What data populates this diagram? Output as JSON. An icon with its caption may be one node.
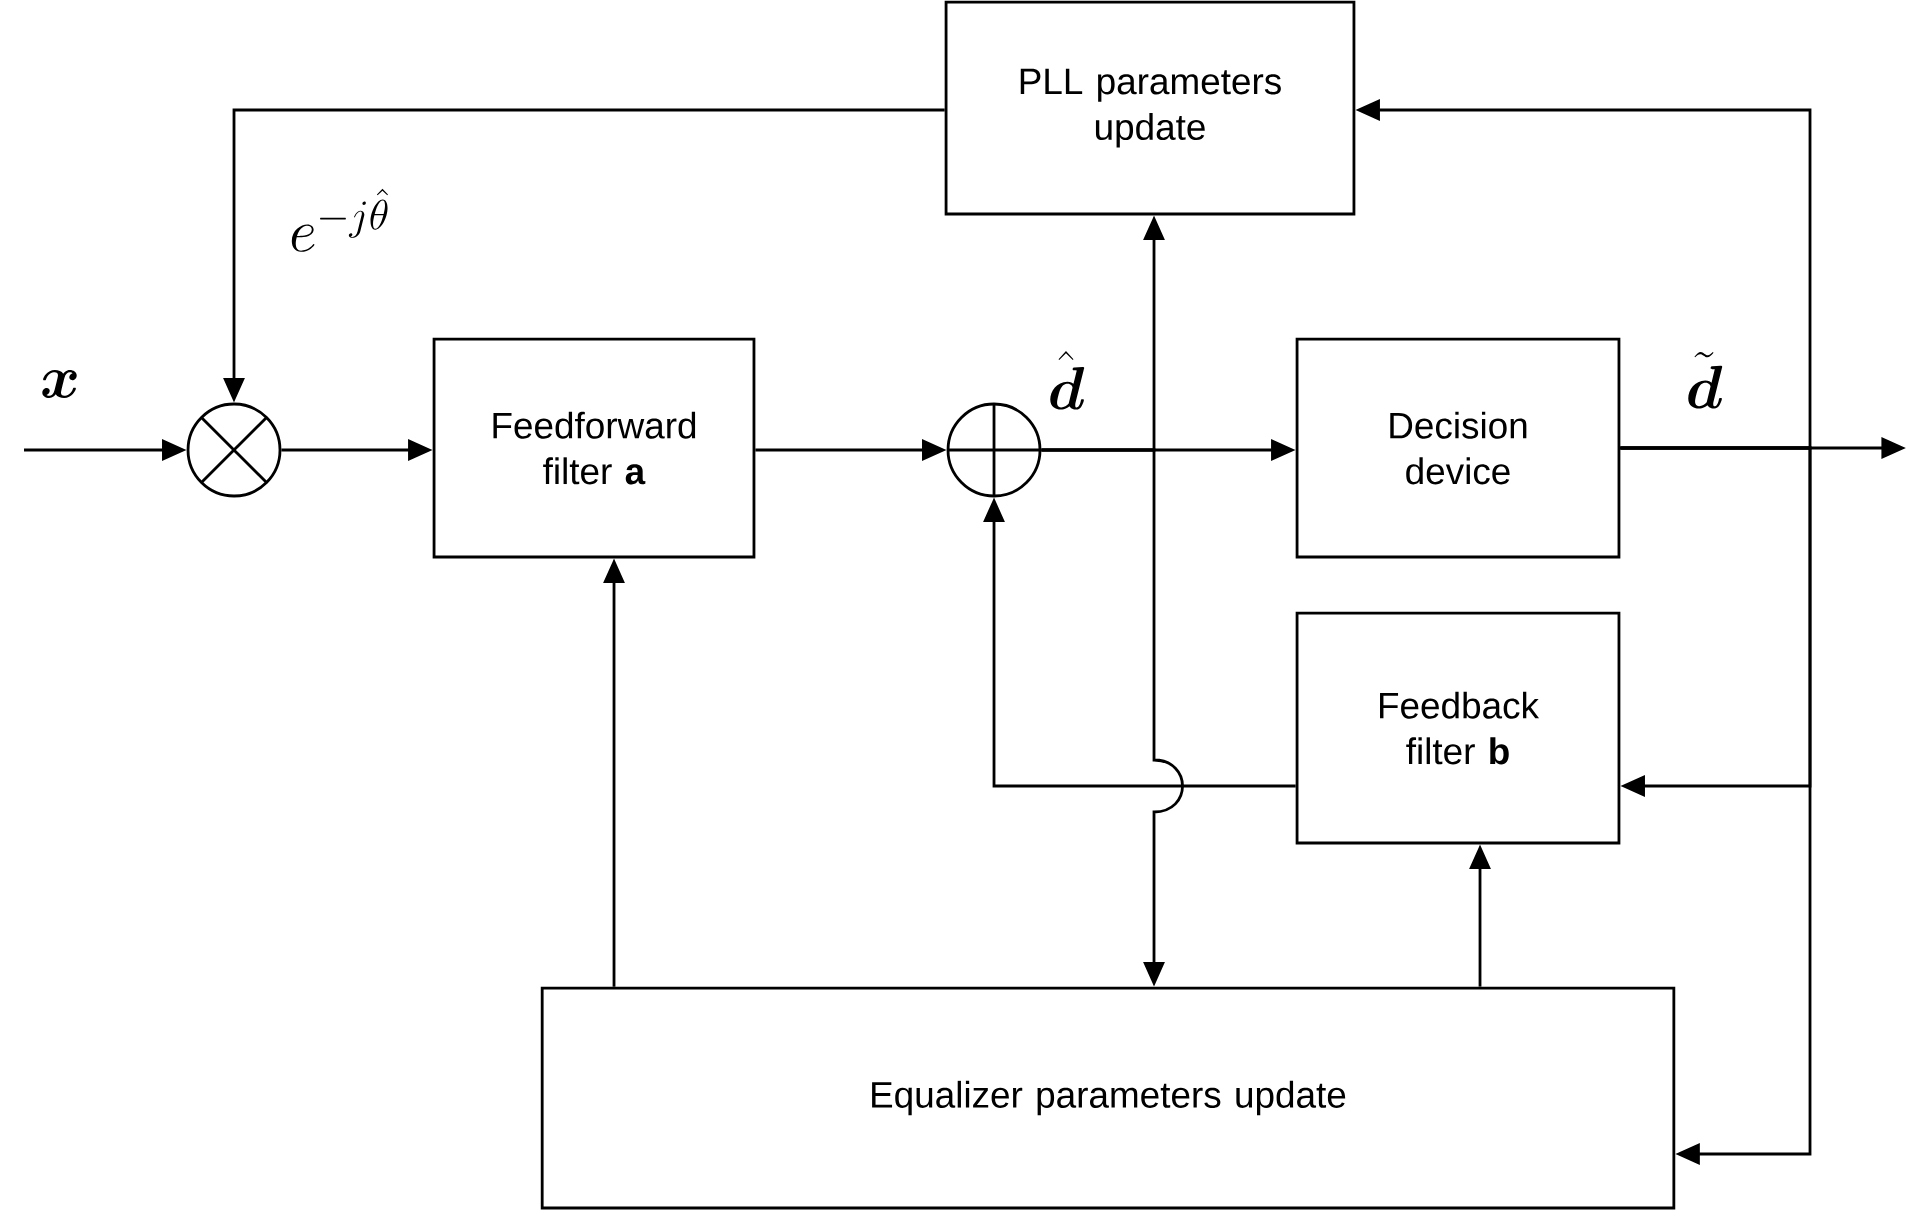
{
  "diagram": {
    "nodes": [
      {
        "text": [
          "PLL parameters update"
        ]
      },
      {
        "text": [
          "Feedforward filter **a**"
        ]
      },
      {
        "text": [
          "Decision device"
        ]
      },
      {
        "text": [
          "Feedback filter **b**"
        ]
      },
      {
        "text": [
          "Equalizer parameters update"
        ]
      },
      {
        "text": [],
        "shape": "circle"
      },
      {
        "text": [],
        "shape": "circle"
      }
    ],
    "edges": [
      {
        "from": null,
        "to": 5,
        "arrow": "to",
        "label": "\\boldsymbol{x}"
      },
      {
        "from": 0,
        "to": 5,
        "arrow": "to",
        "label": "e^{-j\\hat{\\theta}}"
      },
      {
        "from": 5,
        "to": 1,
        "arrow": "to"
      },
      {
        "from": 1,
        "to": 6,
        "arrow": "to"
      },
      {
        "from": 6,
        "to": 2,
        "arrow": "to",
        "label": "\\hat{\\boldsymbol{d}}"
      },
      {
        "from": 2,
        "to": null,
        "arrow": "to",
        "label": "\\tilde{\\boldsymbol{d}}"
      },
      {
        "from": 3,
        "to": 6,
        "arrow": "to"
      },
      {
        "from": 6,
        "to": 0,
        "arrow": "to"
      },
      {
        "from": 6,
        "to": 4,
        "arrow": "to"
      },
      {
        "from": 2,
        "to": 0,
        "arrow": "to"
      },
      {
        "from": 2,
        "to": 3,
        "arrow": "to"
      },
      {
        "from": 2,
        "to": 4,
        "arrow": "to"
      },
      {
        "from": 4,
        "to": 1,
        "arrow": "to"
      },
      {
        "from": 4,
        "to": 3,
        "arrow": "to"
      }
    ]
  }
}
